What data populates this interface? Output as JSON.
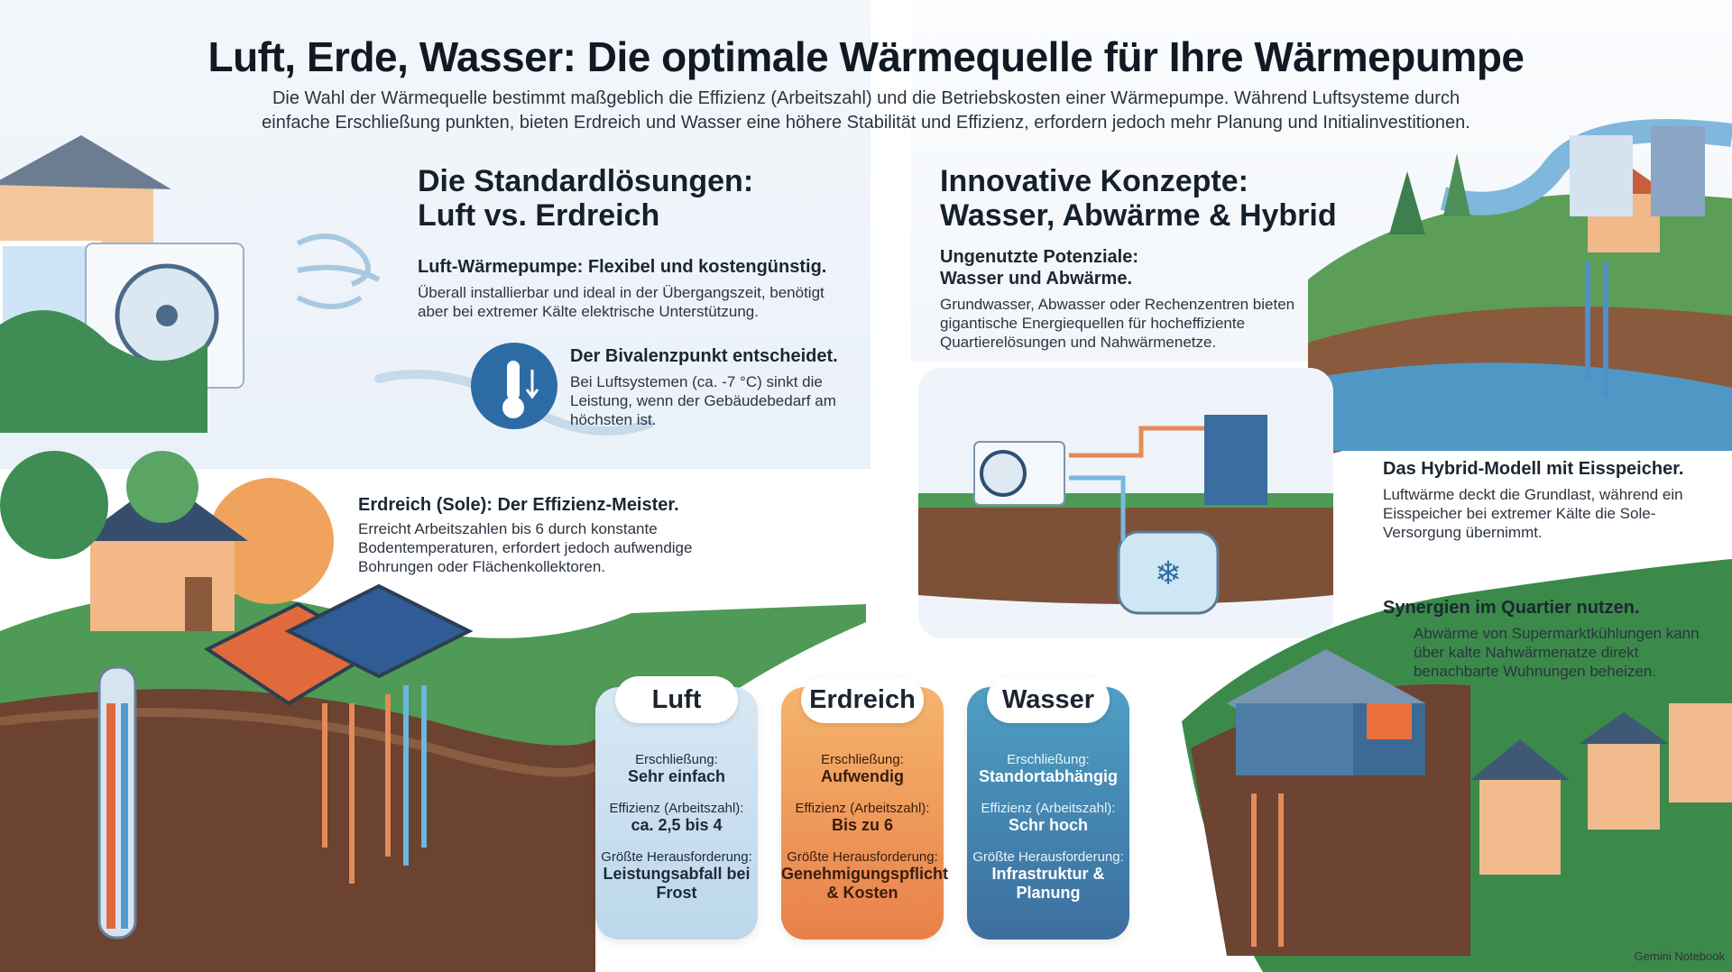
{
  "title": "Luft, Erde, Wasser: Die optimale Wärmequelle für Ihre Wärmepumpe",
  "intro": "Die Wahl der Wärmequelle bestimmt maßgeblich die Effizienz (Arbeitszahl) und die Betriebskosten einer Wärmepumpe. Während Luftsysteme durch einfache Erschließung punkten, bieten Erdreich und Wasser eine höhere Stabilität und Effizienz, erfordern jedoch mehr Planung und Initialinvestitionen.",
  "standard": {
    "heading_line1": "Die Standardlösungen:",
    "heading_line2": "Luft vs. Erdreich",
    "luft_title": "Luft-Wärmepumpe: Flexibel und kostengünstig.",
    "luft_text": "Überall installierbar und ideal in der Übergangszeit, benötigt aber bei extremer Kälte elektrische Unterstützung.",
    "bival_title": "Der Bivalenzpunkt entscheidet.",
    "bival_text": "Bei Luftsystemen (ca. -7 °C) sinkt die Leistung, wenn der Gebäudebedarf am höchsten ist.",
    "erd_title": "Erdreich (Sole): Der Effizienz-Meister.",
    "erd_text": "Erreicht Arbeitszahlen bis 6 durch konstante Bodentemperaturen, erfordert jedoch aufwendige Bohrungen oder Flächenkollektoren."
  },
  "innovative": {
    "heading_line1": "Innovative Konzepte:",
    "heading_line2": "Wasser, Abwärme & Hybrid",
    "pot_title_line1": "Ungenutzte Potenziale:",
    "pot_title_line2": "Wasser und Abwärme.",
    "pot_text": "Grundwasser, Abwasser oder Rechenzentren bieten gigantische Energiequellen für hocheffiziente Quartierelösungen und Nahwärmenetze.",
    "hybrid_title": "Das Hybrid-Modell mit Eisspeicher.",
    "hybrid_text": "Luftwärme deckt die Grundlast, während ein Eisspeicher bei extremer Kälte die Sole-Versorgung übernimmt.",
    "syn_title": "Synergien im Quartier nutzen.",
    "syn_text": "Abwärme von Supermarktkühlungen kann über kalte Nahwärmenatze direkt benachbarte Wuhnungen beheizen."
  },
  "cards": {
    "luft": {
      "title": "Luft",
      "l1": "Erschließung:",
      "v1": "Sehr einfach",
      "l2": "Effizienz (Arbeitszahl):",
      "v2": "ca. 2,5 bis 4",
      "l3": "Größte Herausforderung:",
      "v3": "Leistungsabfall bei Frost"
    },
    "erd": {
      "title": "Erdreich",
      "l1": "Erschließung:",
      "v1": "Aufwendig",
      "l2": "Effizienz (Arbeitszahl):",
      "v2": "Bis zu 6",
      "l3": "Größte Herausforderung:",
      "v3": "Genehmigungspflicht & Kosten"
    },
    "was": {
      "title": "Wasser",
      "l1": "Erschließung:",
      "v1": "Standortabhängig",
      "l2": "Effizienz (Arbeitszahl):",
      "v2": "Schr hoch",
      "l3": "Größte Herausforderung:",
      "v3": "Infrastruktur & Planung"
    }
  },
  "brand": "Gemini Notebook"
}
